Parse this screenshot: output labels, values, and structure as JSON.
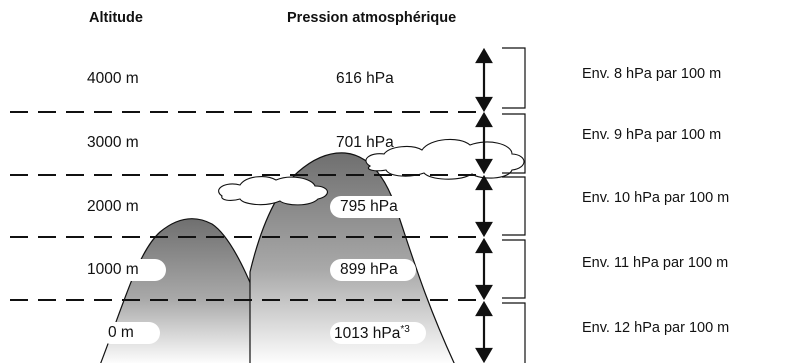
{
  "headers": {
    "altitude": "Altitude",
    "pressure": "Pression atmosphérique"
  },
  "levels": [
    {
      "altitude": "4000 m",
      "pressure": "616 hPa",
      "pressure_note": "",
      "rate": "Env. 8 hPa par 100 m"
    },
    {
      "altitude": "3000 m",
      "pressure": "701 hPa",
      "pressure_note": "",
      "rate": "Env. 9 hPa par 100 m"
    },
    {
      "altitude": "2000 m",
      "pressure": "795 hPa",
      "pressure_note": "",
      "rate": "Env. 10 hPa par 100 m"
    },
    {
      "altitude": "1000 m",
      "pressure": "899 hPa",
      "pressure_note": "",
      "rate": "Env. 11 hPa par 100 m"
    },
    {
      "altitude": "0 m",
      "pressure": "1013 hPa",
      "pressure_note": "*3",
      "rate": "Env. 12 hPa par 100 m"
    }
  ],
  "colors": {
    "mountain_dark": "#6f6f6f",
    "mountain_light": "#ffffff",
    "line": "#111111"
  }
}
